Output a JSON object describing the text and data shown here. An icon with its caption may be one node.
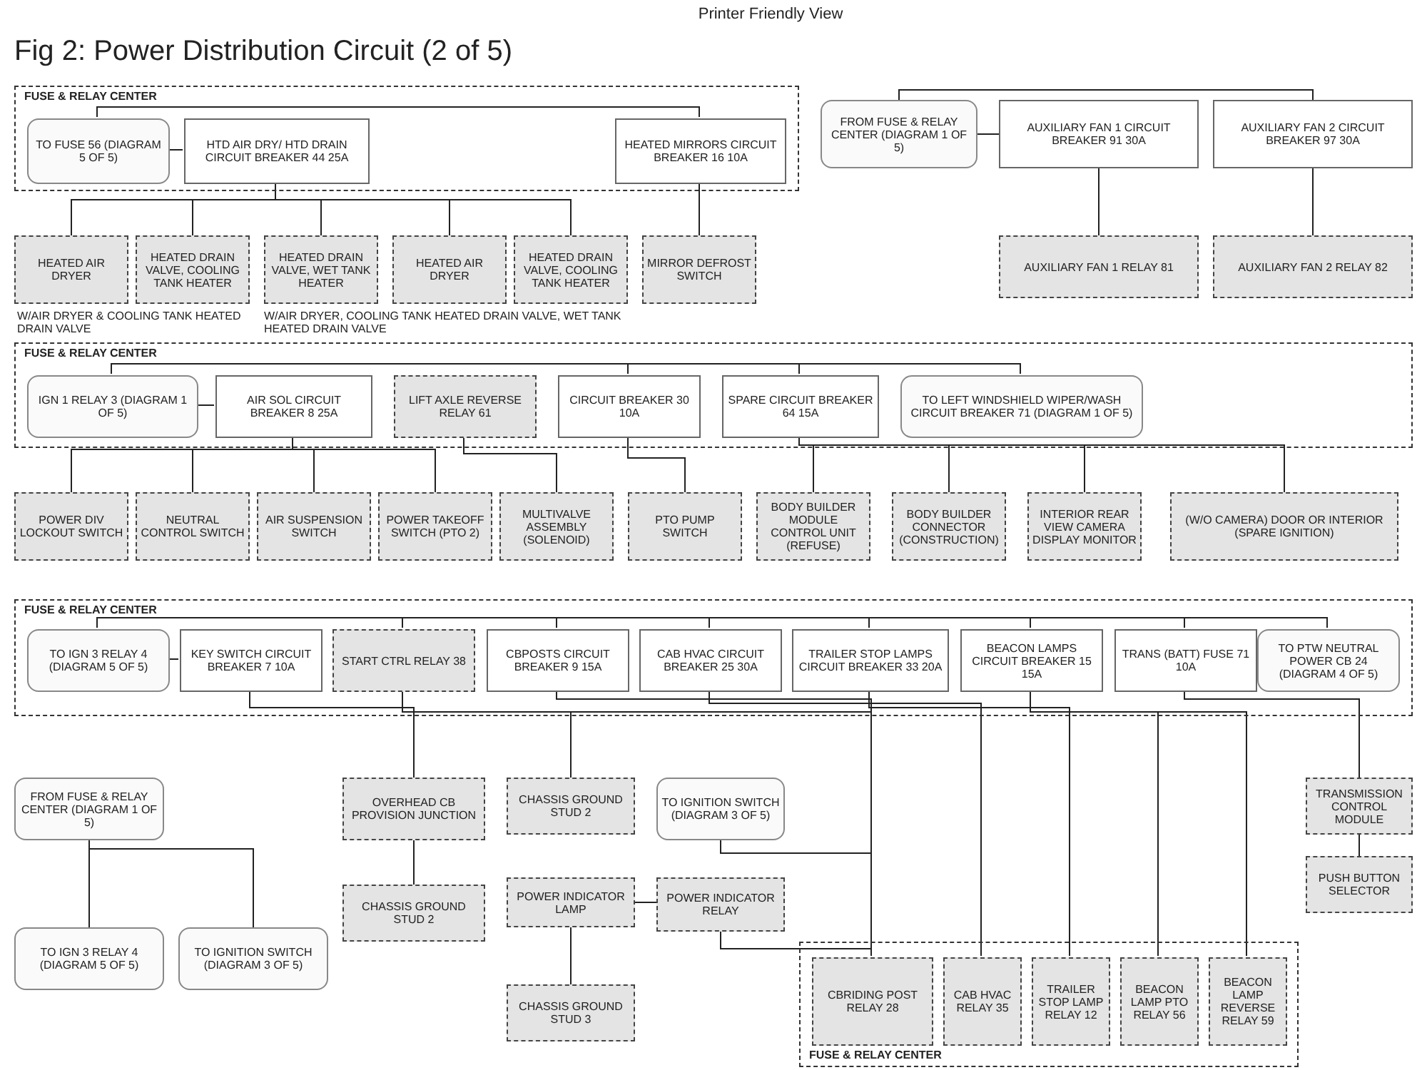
{
  "diagram": {
    "title": "Fig 2: Power Distribution Circuit (2 of 5)",
    "nodes": [
      {
        "text": [
          "FUSE & RELAY CENTER"
        ]
      },
      {
        "text": [
          "TO FUSE 56 (DIAGRAM 5 OF 5)"
        ],
        "in": 0
      },
      {
        "text": [
          "HTD AIR DRY/ HTD DRAIN CIRCUIT BREAKER 44 25A"
        ],
        "in": 0
      },
      {
        "text": [
          "HEATED MIRRORS CIRCUIT BREAKER 16 10A"
        ],
        "in": 0
      },
      {
        "text": [
          "HEATED AIR DRYER"
        ]
      },
      {
        "text": [
          "HEATED DRAIN VALVE, COOLING TANK HEATER"
        ]
      },
      {
        "text": [
          "HEATED DRAIN VALVE, WET TANK HEATER"
        ]
      },
      {
        "text": [
          "HEATED AIR DRYER"
        ]
      },
      {
        "text": [
          "HEATED DRAIN VALVE, COOLING TANK HEATER"
        ]
      },
      {
        "text": [
          "MIRROR DEFROST SWITCH"
        ]
      },
      {
        "text": [
          "FROM FUSE & RELAY CENTER (DIAGRAM 1 OF 5)"
        ]
      },
      {
        "text": [
          "AUXILIARY FAN 1 CIRCUIT BREAKER 91 30A"
        ]
      },
      {
        "text": [
          "AUXILIARY FAN 2 CIRCUIT BREAKER 97 30A"
        ]
      },
      {
        "text": [
          "AUXILIARY FAN 1 RELAY 81"
        ]
      },
      {
        "text": [
          "AUXILIARY FAN 2 RELAY 82"
        ]
      },
      {
        "text": [
          "FUSE & RELAY CENTER"
        ]
      },
      {
        "text": [
          "IGN 1 RELAY 3 (DIAGRAM 1 OF 5)"
        ],
        "in": 15
      },
      {
        "text": [
          "AIR SOL CIRCUIT BREAKER 8 25A"
        ],
        "in": 15
      },
      {
        "text": [
          "LIFT AXLE REVERSE RELAY 61"
        ],
        "in": 15
      },
      {
        "text": [
          "CIRCUIT BREAKER 30 10A"
        ],
        "in": 15
      },
      {
        "text": [
          "SPARE CIRCUIT BREAKER 64 15A"
        ],
        "in": 15
      },
      {
        "text": [
          "TO LEFT WINDSHIELD WIPER/WASH CIRCUIT BREAKER 71 (DIAGRAM 1 OF 5)"
        ],
        "in": 15
      },
      {
        "text": [
          "POWER DIV LOCKOUT SWITCH"
        ]
      },
      {
        "text": [
          "NEUTRAL CONTROL SWITCH"
        ]
      },
      {
        "text": [
          "AIR SUSPENSION SWITCH"
        ]
      },
      {
        "text": [
          "POWER TAKEOFF SWITCH (PTO 2)"
        ]
      },
      {
        "text": [
          "MULTIVALVE ASSEMBLY (SOLENOID)"
        ]
      },
      {
        "text": [
          "PTO PUMP SWITCH"
        ]
      },
      {
        "text": [
          "BODY BUILDER MODULE CONTROL UNIT (REFUSE)"
        ]
      },
      {
        "text": [
          "BODY BUILDER CONNECTOR (CONSTRUCTION)"
        ]
      },
      {
        "text": [
          "INTERIOR REAR VIEW CAMERA DISPLAY MONITOR"
        ]
      },
      {
        "text": [
          "(W/O CAMERA) DOOR OR INTERIOR (SPARE IGNITION)"
        ]
      },
      {
        "text": [
          "FUSE & RELAY CENTER"
        ]
      },
      {
        "text": [
          "TO IGN 3 RELAY 4 (DIAGRAM 5 OF 5)"
        ],
        "in": 32
      },
      {
        "text": [
          "KEY SWITCH CIRCUIT BREAKER 7 10A"
        ],
        "in": 32
      },
      {
        "text": [
          "START CTRL RELAY 38"
        ],
        "in": 32
      },
      {
        "text": [
          "CBPOSTS CIRCUIT BREAKER 9 15A"
        ],
        "in": 32
      },
      {
        "text": [
          "CAB HVAC CIRCUIT BREAKER 25 30A"
        ],
        "in": 32
      },
      {
        "text": [
          "TRAILER STOP LAMPS CIRCUIT BREAKER 33 20A"
        ],
        "in": 32
      },
      {
        "text": [
          "BEACON LAMPS CIRCUIT BREAKER 15 15A"
        ],
        "in": 32
      },
      {
        "text": [
          "TRANS (BATT) FUSE 71 10A"
        ],
        "in": 32
      },
      {
        "text": [
          "TO PTW NEUTRAL POWER CB 24 (DIAGRAM 4 OF 5)"
        ],
        "in": 32
      },
      {
        "text": [
          "FUSE & RELAY CENTER"
        ]
      },
      {
        "text": [
          "CBRIDING POST RELAY 28"
        ],
        "in": 42
      },
      {
        "text": [
          "CAB HVAC RELAY 35"
        ],
        "in": 42
      },
      {
        "text": [
          "TRAILER STOP LAMP RELAY 12"
        ],
        "in": 42
      },
      {
        "text": [
          "BEACON LAMP PTO RELAY 56"
        ],
        "in": 42
      },
      {
        "text": [
          "BEACON LAMP REVERSE RELAY 59"
        ],
        "in": 42
      },
      {
        "text": [
          "FROM FUSE & RELAY CENTER (DIAGRAM 1 OF 5)"
        ]
      },
      {
        "text": [
          "TO IGN 3 RELAY 4 (DIAGRAM 5 OF 5)"
        ]
      },
      {
        "text": [
          "TO IGNITION SWITCH (DIAGRAM 3 OF 5)"
        ]
      },
      {
        "text": [
          "OVERHEAD CB PROVISION JUNCTION"
        ]
      },
      {
        "text": [
          "CHASSIS GROUND STUD 2"
        ]
      },
      {
        "text": [
          "CHASSIS GROUND STUD 2"
        ]
      },
      {
        "text": [
          "POWER INDICATOR LAMP"
        ]
      },
      {
        "text": [
          "POWER INDICATOR RELAY"
        ]
      },
      {
        "text": [
          "CHASSIS GROUND STUD 3"
        ]
      },
      {
        "text": [
          "TO IGNITION SWITCH (DIAGRAM 3 OF 5)"
        ]
      },
      {
        "text": [
          "TRANSMISSION CONTROL MODULE"
        ]
      },
      {
        "text": [
          "PUSH BUTTON SELECTOR"
        ]
      }
    ],
    "edges": [
      {
        "from": 1,
        "to": 2,
        "arrow": "none"
      },
      {
        "from": 1,
        "to": 3,
        "arrow": "none"
      },
      {
        "from": 2,
        "to": 4,
        "arrow": "none"
      },
      {
        "from": 2,
        "to": 5,
        "arrow": "none"
      },
      {
        "from": 2,
        "to": 6,
        "arrow": "none"
      },
      {
        "from": 2,
        "to": 7,
        "arrow": "none"
      },
      {
        "from": 2,
        "to": 8,
        "arrow": "none"
      },
      {
        "from": 3,
        "to": 9,
        "arrow": "none"
      },
      {
        "from": 10,
        "to": 11,
        "arrow": "none"
      },
      {
        "from": 10,
        "to": 12,
        "arrow": "none"
      },
      {
        "from": 11,
        "to": 13,
        "arrow": "none"
      },
      {
        "from": 12,
        "to": 14,
        "arrow": "none"
      },
      {
        "from": 16,
        "to": 17,
        "arrow": "none"
      },
      {
        "from": 16,
        "to": 19,
        "arrow": "none"
      },
      {
        "from": 16,
        "to": 20,
        "arrow": "none"
      },
      {
        "from": 16,
        "to": 21,
        "arrow": "none"
      },
      {
        "from": 17,
        "to": 22,
        "arrow": "none"
      },
      {
        "from": 17,
        "to": 23,
        "arrow": "none"
      },
      {
        "from": 17,
        "to": 24,
        "arrow": "none"
      },
      {
        "from": 17,
        "to": 25,
        "arrow": "none"
      },
      {
        "from": 18,
        "to": 26,
        "arrow": "none"
      },
      {
        "from": 19,
        "to": 27,
        "arrow": "none"
      },
      {
        "from": 20,
        "to": 28,
        "arrow": "none"
      },
      {
        "from": 20,
        "to": 29,
        "arrow": "none"
      },
      {
        "from": 20,
        "to": 30,
        "arrow": "none"
      },
      {
        "from": 20,
        "to": 31,
        "arrow": "none"
      },
      {
        "from": 33,
        "to": 34,
        "arrow": "none"
      },
      {
        "from": 33,
        "to": 35,
        "arrow": "none"
      },
      {
        "from": 33,
        "to": 36,
        "arrow": "none"
      },
      {
        "from": 33,
        "to": 37,
        "arrow": "none"
      },
      {
        "from": 33,
        "to": 38,
        "arrow": "none"
      },
      {
        "from": 33,
        "to": 39,
        "arrow": "none"
      },
      {
        "from": 33,
        "to": 40,
        "arrow": "none"
      },
      {
        "from": 33,
        "to": 41,
        "arrow": "none"
      },
      {
        "from": 34,
        "to": 51,
        "arrow": "none"
      },
      {
        "from": 35,
        "to": 53,
        "arrow": "none"
      },
      {
        "from": 35,
        "to": 43,
        "arrow": "none"
      },
      {
        "from": 36,
        "to": 43,
        "arrow": "none"
      },
      {
        "from": 37,
        "to": 44,
        "arrow": "none"
      },
      {
        "from": 38,
        "to": 45,
        "arrow": "none"
      },
      {
        "from": 39,
        "to": 46,
        "arrow": "none"
      },
      {
        "from": 39,
        "to": 47,
        "arrow": "none"
      },
      {
        "from": 40,
        "to": 58,
        "arrow": "none"
      },
      {
        "from": 58,
        "to": 59,
        "arrow": "none"
      },
      {
        "from": 48,
        "to": 49,
        "arrow": "none"
      },
      {
        "from": 48,
        "to": 50,
        "arrow": "none"
      },
      {
        "from": 51,
        "to": 52,
        "arrow": "none"
      },
      {
        "from": 57,
        "to": 43,
        "arrow": "none"
      },
      {
        "from": 43,
        "to": 55,
        "arrow": "none"
      },
      {
        "from": 55,
        "to": 54,
        "arrow": "none"
      },
      {
        "from": 54,
        "to": 56,
        "arrow": "none"
      }
    ],
    "labels": [
      "Printer Friendly View",
      "W/AIR DRYER & COOLING TANK HEATED DRAIN VALVE",
      "W/AIR DRYER, COOLING TANK HEATED DRAIN VALVE, WET TANK HEATED DRAIN VALVE"
    ]
  }
}
